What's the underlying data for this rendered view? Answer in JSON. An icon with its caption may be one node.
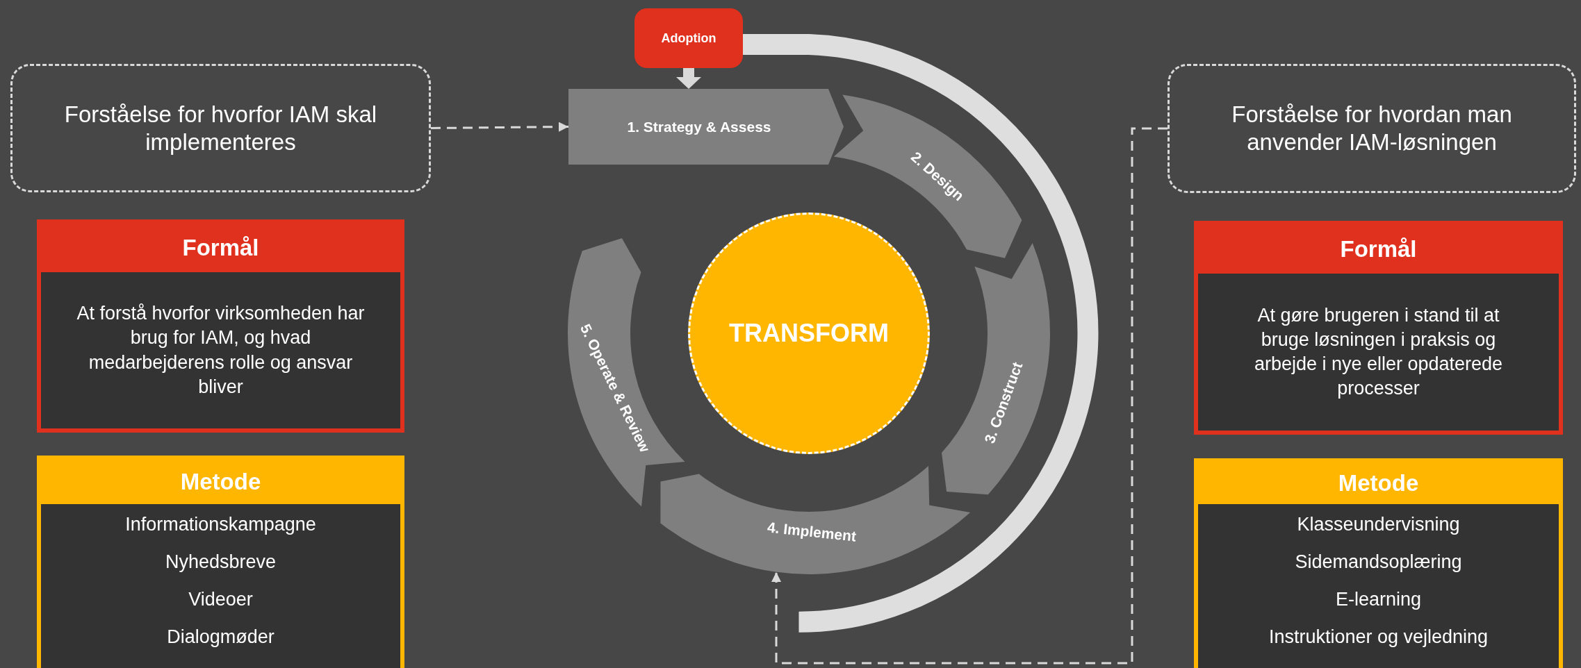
{
  "diagram": {
    "nodes": [
      {
        "text": [
          "Forståelse for hvorfor IAM skal implementeres"
        ]
      },
      {
        "text": [
          "Formål",
          "At forstå hvorfor virksomheden har brug for IAM, og hvad medarbejderens rolle og ansvar bliver"
        ]
      },
      {
        "text": [
          "Metode",
          "Informationskampagne",
          "Nyhedsbreve",
          "Videoer",
          "Dialogmøder"
        ]
      },
      {
        "text": [
          "Adoption"
        ]
      },
      {
        "text": [
          "1. Strategy & Assess"
        ]
      },
      {
        "text": [
          "2. Design"
        ]
      },
      {
        "text": [
          "3. Construct"
        ]
      },
      {
        "text": [
          "4. Implement"
        ]
      },
      {
        "text": [
          "5. Operate & Review"
        ]
      },
      {
        "text": [
          "TRANSFORM"
        ]
      },
      {
        "text": [
          "Forståelse for hvordan man anvender IAM-løsningen"
        ]
      },
      {
        "text": [
          "Formål",
          "At gøre brugeren i stand til at bruge løsningen i praksis og arbejde i nye eller opdaterede processer"
        ]
      },
      {
        "text": [
          "Metode",
          "Klasseundervisning",
          "Sidemandsoplæring",
          "E-learning",
          "Instruktioner og vejledning"
        ]
      }
    ],
    "edges": [
      {
        "from": 0,
        "to": 4,
        "arrow": "to",
        "style": "dashed"
      },
      {
        "from": 3,
        "to": 4,
        "arrow": "to",
        "style": "thick"
      },
      {
        "from": 10,
        "to": 7,
        "arrow": "to",
        "style": "dashed"
      }
    ]
  }
}
